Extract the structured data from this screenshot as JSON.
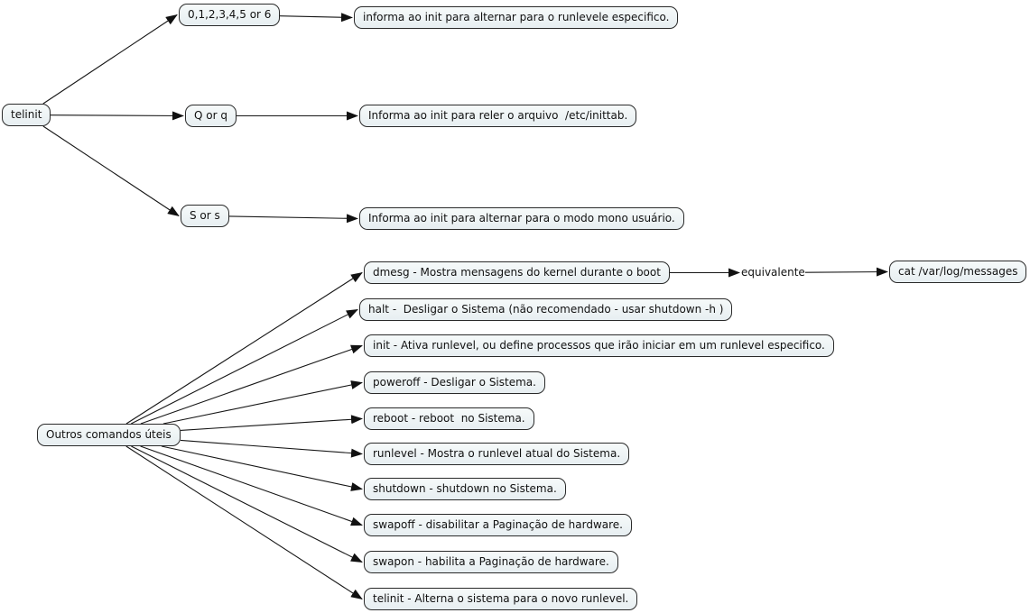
{
  "diagram": {
    "background_color": "#ffffff",
    "line_color": "#161616",
    "box_fill": "#ecf2f3",
    "box_border": "#2a2a2a",
    "nodes": {
      "telinit": {
        "label": "telinit"
      },
      "runlevels": {
        "label": "0,1,2,3,4,5 or 6"
      },
      "qorq": {
        "label": "Q or q"
      },
      "sors": {
        "label": "S or s"
      },
      "desc_runlevels": {
        "label": "informa ao init para alternar para o runlevele especifico."
      },
      "desc_q": {
        "label": "Informa ao init para reler o arquivo  /etc/inittab."
      },
      "desc_s": {
        "label": "Informa ao init para alternar para o modo mono usuário."
      },
      "outros": {
        "label": "Outros comandos úteis"
      },
      "dmesg": {
        "label": "dmesg - Mostra mensagens do kernel durante o boot"
      },
      "equivalente": {
        "label": "equivalente"
      },
      "cat": {
        "label": "cat /var/log/messages"
      },
      "halt": {
        "label": "halt -  Desligar o Sistema (não recomendado - usar shutdown -h )"
      },
      "init": {
        "label": "init - Ativa runlevel, ou define processos que irão iniciar em um runlevel especifico."
      },
      "poweroff": {
        "label": "poweroff - Desligar o Sistema."
      },
      "reboot": {
        "label": "reboot - reboot  no Sistema."
      },
      "runlevel": {
        "label": "runlevel - Mostra o runlevel atual do Sistema."
      },
      "shutdown": {
        "label": "shutdown - shutdown no Sistema."
      },
      "swapoff": {
        "label": "swapoff - disabilitar a Paginação de hardware."
      },
      "swapon": {
        "label": "swapon - habilita a Paginação de hardware."
      },
      "telinit_cmd": {
        "label": "telinit - Alterna o sistema para o novo runlevel."
      }
    },
    "edges": [
      {
        "from": "telinit",
        "to": "runlevels"
      },
      {
        "from": "telinit",
        "to": "qorq"
      },
      {
        "from": "telinit",
        "to": "sors"
      },
      {
        "from": "runlevels",
        "to": "desc_runlevels"
      },
      {
        "from": "qorq",
        "to": "desc_q"
      },
      {
        "from": "sors",
        "to": "desc_s"
      },
      {
        "from": "outros",
        "to": "dmesg"
      },
      {
        "from": "outros",
        "to": "halt"
      },
      {
        "from": "outros",
        "to": "init"
      },
      {
        "from": "outros",
        "to": "poweroff"
      },
      {
        "from": "outros",
        "to": "reboot"
      },
      {
        "from": "outros",
        "to": "runlevel"
      },
      {
        "from": "outros",
        "to": "shutdown"
      },
      {
        "from": "outros",
        "to": "swapoff"
      },
      {
        "from": "outros",
        "to": "swapon"
      },
      {
        "from": "outros",
        "to": "telinit_cmd"
      },
      {
        "from": "dmesg",
        "to": "equivalente"
      },
      {
        "from": "equivalente",
        "to": "cat"
      }
    ]
  }
}
